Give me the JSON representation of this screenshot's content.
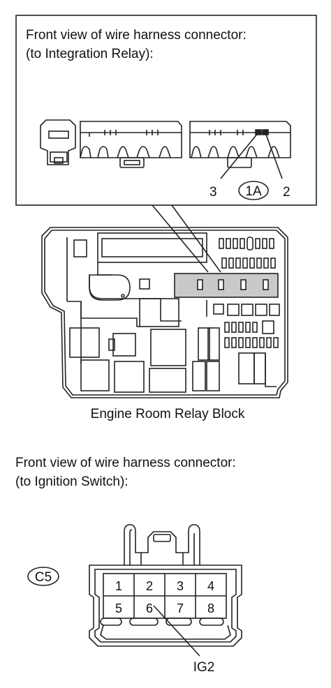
{
  "relay_connector": {
    "caption_line1": "Front view of wire harness connector:",
    "caption_line2": "(to Integration Relay):",
    "connector_code": "1A",
    "pin_labels": [
      "3",
      "2"
    ]
  },
  "relay_block": {
    "label": "Engine Room Relay Block"
  },
  "ignition_connector": {
    "caption_line1": "Front view of wire harness connector:",
    "caption_line2": "(to Ignition Switch):",
    "connector_code": "C5",
    "pins_row1": [
      "1",
      "2",
      "3",
      "4"
    ],
    "pins_row2": [
      "5",
      "6",
      "7",
      "8"
    ],
    "callout_label": "IG2"
  }
}
